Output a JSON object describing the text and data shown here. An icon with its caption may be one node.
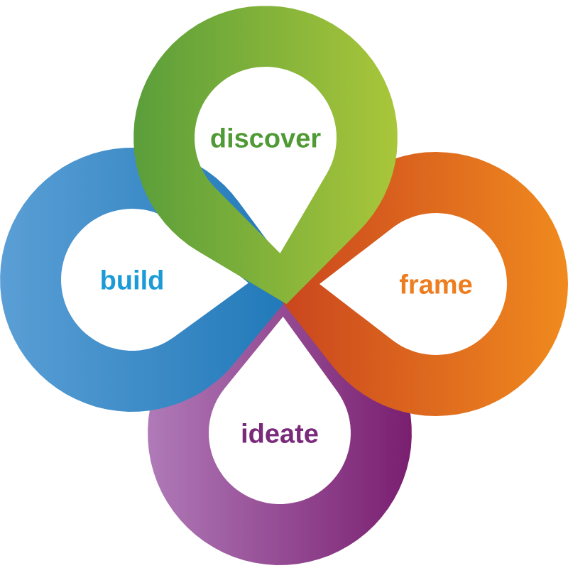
{
  "diagram": {
    "nodes": [
      {
        "text": [
          "discover"
        ]
      },
      {
        "text": [
          "build"
        ]
      },
      {
        "text": [
          "frame"
        ]
      },
      {
        "text": [
          "ideate"
        ]
      }
    ]
  }
}
